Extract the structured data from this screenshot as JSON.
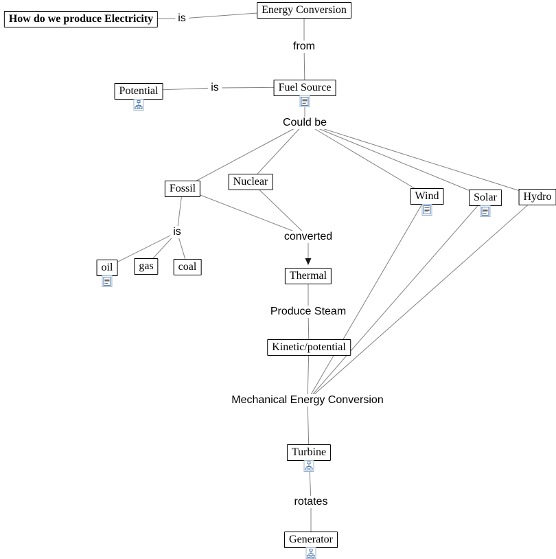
{
  "diagram": {
    "type": "concept-map",
    "topic": "How do we produce Electricity",
    "nodes": {
      "question": "How do we produce Electricity",
      "energy_conversion": "Energy Conversion",
      "potential": "Potential",
      "fuel_source": "Fuel Source",
      "fossil": "Fossil",
      "nuclear": "Nuclear",
      "wind": "Wind",
      "solar": "Solar",
      "hydro": "Hydro",
      "oil": "oil",
      "gas": "gas",
      "coal": "coal",
      "thermal": "Thermal",
      "kinetic_potential": "Kinetic/potential",
      "turbine": "Turbine",
      "generator": "Generator"
    },
    "link_labels": {
      "is_question": "is",
      "from": "from",
      "is_potential": "is",
      "could_be": "Could be",
      "is_fossil": "is",
      "converted": "converted",
      "produce_steam": "Produce Steam",
      "mechanical": "Mechanical Energy Conversion",
      "rotates": "rotates"
    },
    "relations": [
      {
        "from": "How do we produce Electricity",
        "link": "is",
        "to": [
          "Energy Conversion"
        ]
      },
      {
        "from": "Energy Conversion",
        "link": "from",
        "to": [
          "Fuel Source"
        ]
      },
      {
        "from": "Potential",
        "link": "is",
        "to": [
          "Fuel Source"
        ]
      },
      {
        "from": "Fuel Source",
        "link": "Could be",
        "to": [
          "Fossil",
          "Nuclear",
          "Wind",
          "Solar",
          "Hydro"
        ]
      },
      {
        "from": "Fossil",
        "link": "is",
        "to": [
          "oil",
          "gas",
          "coal"
        ]
      },
      {
        "from": "Fossil, Nuclear",
        "link": "converted",
        "to": [
          "Thermal"
        ],
        "arrow": true
      },
      {
        "from": "Thermal",
        "link": "Produce Steam",
        "to": [
          "Kinetic/potential"
        ]
      },
      {
        "from": "Kinetic/potential, Wind, Solar, Hydro",
        "link": "Mechanical Energy Conversion",
        "to": [
          "Turbine"
        ]
      },
      {
        "from": "Turbine",
        "link": "rotates",
        "to": [
          "Generator"
        ]
      }
    ],
    "resource_icons": {
      "potential": "hierarchy-icon",
      "fuel_source": "document-icon",
      "wind": "document-icon",
      "solar": "document-icon",
      "oil": "document-icon",
      "turbine": "hierarchy-icon",
      "generator": "hierarchy-icon"
    },
    "colors": {
      "background": "#ffffff",
      "node_border": "#000000",
      "node_fill": "#ffffff",
      "connector": "#808080",
      "arrowhead": "#1a1a1a",
      "icon_frame": "#4a7ab5"
    }
  }
}
